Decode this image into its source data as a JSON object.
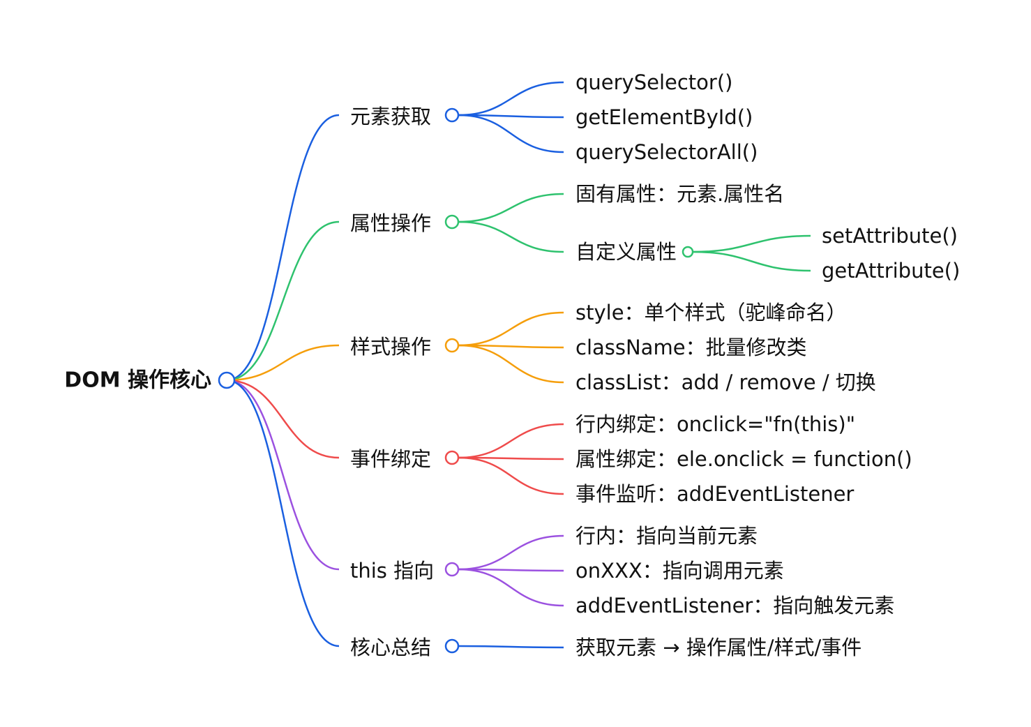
{
  "root": {
    "label": "DOM 操作核心",
    "color": "#1a5fe0"
  },
  "branches": [
    {
      "label": "元素获取",
      "color": "#1a5fe0",
      "children": [
        {
          "label": "querySelector()"
        },
        {
          "label": "getElementById()"
        },
        {
          "label": "querySelectorAll()"
        }
      ]
    },
    {
      "label": "属性操作",
      "color": "#2ec26e",
      "children": [
        {
          "label": "固有属性：元素.属性名"
        },
        {
          "label": "自定义属性",
          "children": [
            {
              "label": "setAttribute()"
            },
            {
              "label": "getAttribute()"
            }
          ]
        }
      ]
    },
    {
      "label": "样式操作",
      "color": "#f59e0b",
      "children": [
        {
          "label": "style：单个样式（驼峰命名）"
        },
        {
          "label": "className：批量修改类"
        },
        {
          "label": "classList：add / remove / 切换"
        }
      ]
    },
    {
      "label": "事件绑定",
      "color": "#ef4b4b",
      "children": [
        {
          "label": "行内绑定：onclick=\"fn(this)\""
        },
        {
          "label": "属性绑定：ele.onclick = function()"
        },
        {
          "label": "事件监听：addEventListener"
        }
      ]
    },
    {
      "label": "this 指向",
      "color": "#9b51e0",
      "children": [
        {
          "label": "行内：指向当前元素"
        },
        {
          "label": "onXXX：指向调用元素"
        },
        {
          "label": "addEventListener：指向触发元素"
        }
      ]
    },
    {
      "label": "核心总结",
      "color": "#1a5fe0",
      "children": [
        {
          "label": "获取元素 → 操作属性/样式/事件"
        }
      ]
    }
  ]
}
